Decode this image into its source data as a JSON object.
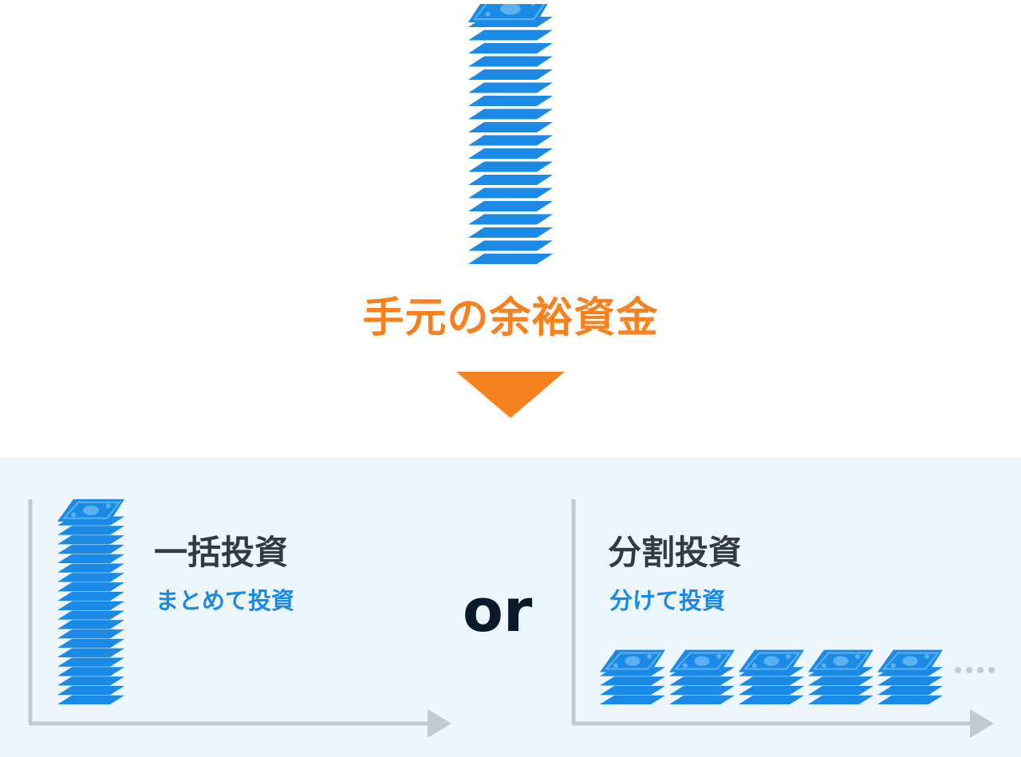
{
  "colors": {
    "accent": "#f5821f",
    "money": "#1a8ae6",
    "money_light": "#5bb1f2",
    "text_dark": "#333a44",
    "panel_bg": "#eef6fd",
    "axis": "#c3c9d0",
    "or_text": "#0b1a2b"
  },
  "header": {
    "title": "手元の余裕資金"
  },
  "options": {
    "or_label": "or",
    "lump_sum": {
      "title": "一括投資",
      "subtitle": "まとめて投資"
    },
    "split": {
      "title": "分割投資",
      "subtitle": "分けて投資"
    }
  },
  "icons": {
    "top_stack": "banknote-stack-icon",
    "arrow": "down-triangle-icon",
    "lump_stack": "banknote-stack-icon",
    "split_stack": "banknote-stack-icon",
    "ellipsis": "ellipsis-icon"
  }
}
